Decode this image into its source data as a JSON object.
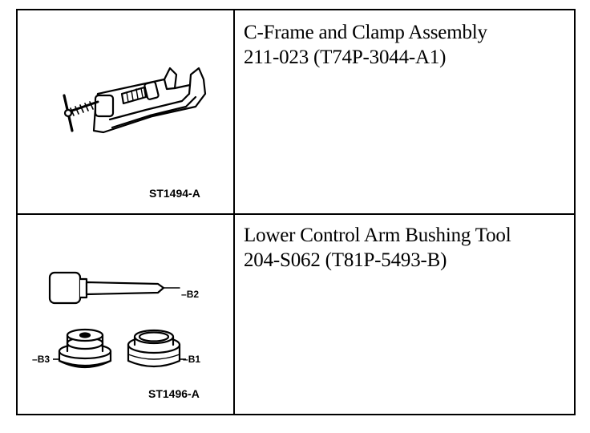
{
  "tools": [
    {
      "name": "C-Frame and Clamp Assembly",
      "number": "211-023 (T74P-3044-A1)",
      "figure_id": "ST1494-A",
      "icon": "c-frame-clamp-icon"
    },
    {
      "name": "Lower Control Arm Bushing Tool",
      "number": "204-S062 (T81P-5493-B)",
      "figure_id": "ST1496-A",
      "icon": "bushing-tool-set-icon",
      "part_labels": {
        "b1": "B1",
        "b2": "B2",
        "b3": "B3"
      }
    }
  ]
}
